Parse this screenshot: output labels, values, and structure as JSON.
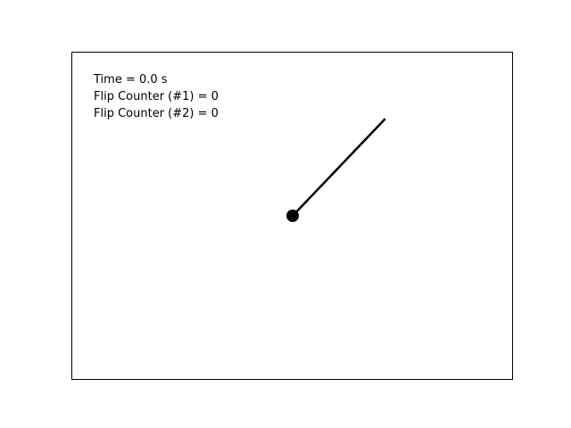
{
  "readouts": {
    "time": "Time = 0.0 s",
    "flip_counter_1": "Flip Counter (#1) = 0",
    "flip_counter_2": "Flip Counter (#2) = 0"
  },
  "pendulum": {
    "line_color": "#000000",
    "pivot_color": "#000000"
  }
}
